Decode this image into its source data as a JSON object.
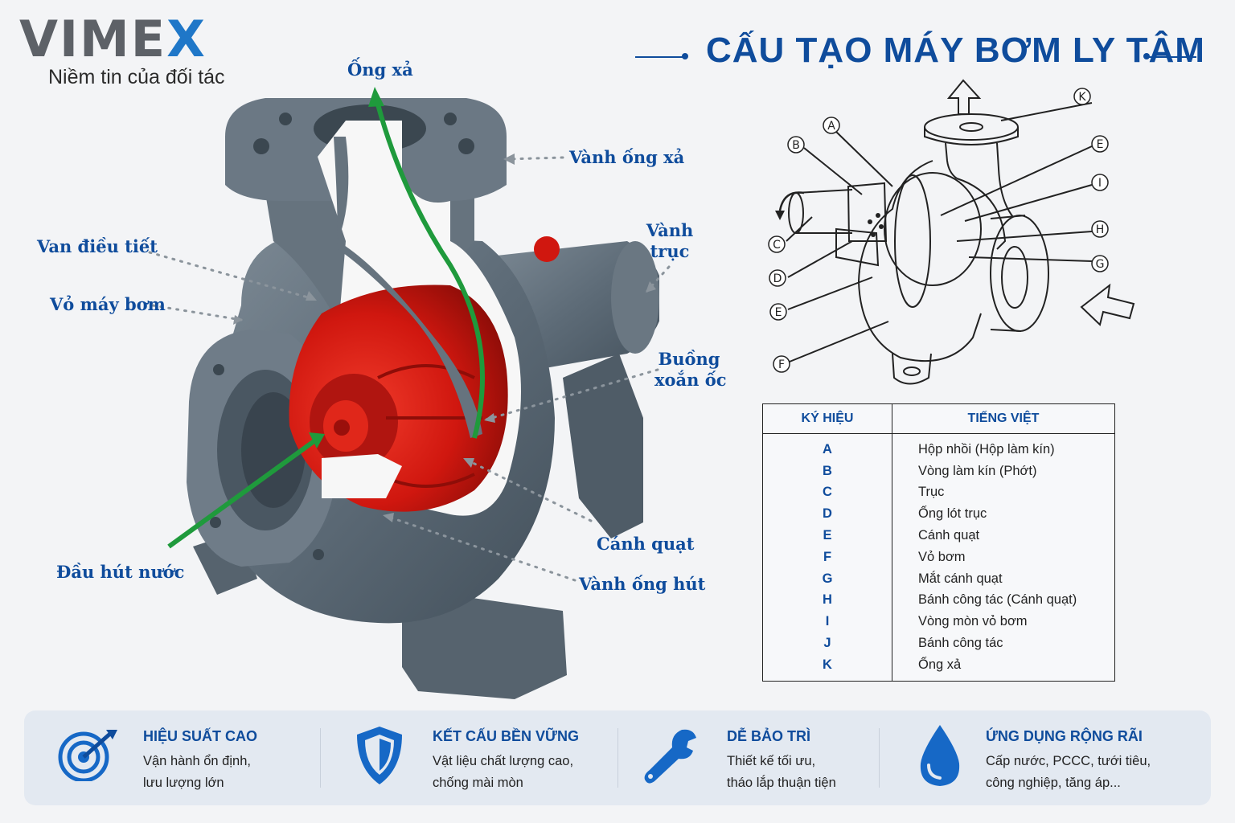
{
  "brand": {
    "name_main": "VIME",
    "name_accent": "X",
    "tagline": "Niềm tin của đối tác"
  },
  "title": "CẤU TẠO MÁY BƠM LY TÂM",
  "colors": {
    "primary": "#0f4c9c",
    "pump_body": "#5f6d78",
    "impeller": "#d01818",
    "flow_arrow": "#1f9a3c"
  },
  "pump_callouts": {
    "ong_xa": "Ống xả",
    "vanh_ong_xa": "Vành ống xả",
    "vanh_truc_1": "Vành",
    "vanh_truc_2": "trục",
    "van_dieu_tiet": "Van điều tiết",
    "vo_may_bom": "Vỏ máy bơm",
    "buong_1": "Buồng",
    "buong_2": "xoắn ốc",
    "canh_quat": "Cánh quạt",
    "vanh_ong_hut": "Vành ống hút",
    "dau_hut_nuoc": "Đầu hút nước"
  },
  "diagram_labels": [
    "A",
    "B",
    "C",
    "D",
    "E",
    "E",
    "F",
    "G",
    "H",
    "I",
    "K"
  ],
  "legend": {
    "header_symbol": "KÝ HIỆU",
    "header_name": "TIẾNG VIỆT",
    "rows": [
      {
        "k": "A",
        "v": "Hộp nhồi (Hộp làm kín)"
      },
      {
        "k": "B",
        "v": "Vòng làm kín (Phớt)"
      },
      {
        "k": "C",
        "v": "Trục"
      },
      {
        "k": "D",
        "v": "Ống lót trục"
      },
      {
        "k": "E",
        "v": "Cánh quạt"
      },
      {
        "k": "F",
        "v": "Vỏ bơm"
      },
      {
        "k": "G",
        "v": "Mắt cánh quạt"
      },
      {
        "k": "H",
        "v": "Bánh công tác (Cánh quạt)"
      },
      {
        "k": "I",
        "v": "Vòng mòn vỏ bơm"
      },
      {
        "k": "J",
        "v": "Bánh công tác"
      },
      {
        "k": "K",
        "v": "Ống xả"
      }
    ]
  },
  "features": [
    {
      "icon": "target-icon",
      "title": "HIỆU SUẤT CAO",
      "line1": "Vận hành ổn định,",
      "line2": "lưu lượng lớn"
    },
    {
      "icon": "shield-icon",
      "title": "KẾT CẤU BỀN VỮNG",
      "line1": "Vật liệu chất lượng cao,",
      "line2": "chống mài mòn"
    },
    {
      "icon": "wrench-icon",
      "title": "DỄ BẢO TRÌ",
      "line1": "Thiết kế tối ưu,",
      "line2": "tháo lắp thuận tiện"
    },
    {
      "icon": "water-drop-icon",
      "title": "ỨNG DỤNG RỘNG RÃI",
      "line1": "Cấp nước, PCCC, tưới tiêu,",
      "line2": "công nghiệp, tăng áp..."
    }
  ]
}
